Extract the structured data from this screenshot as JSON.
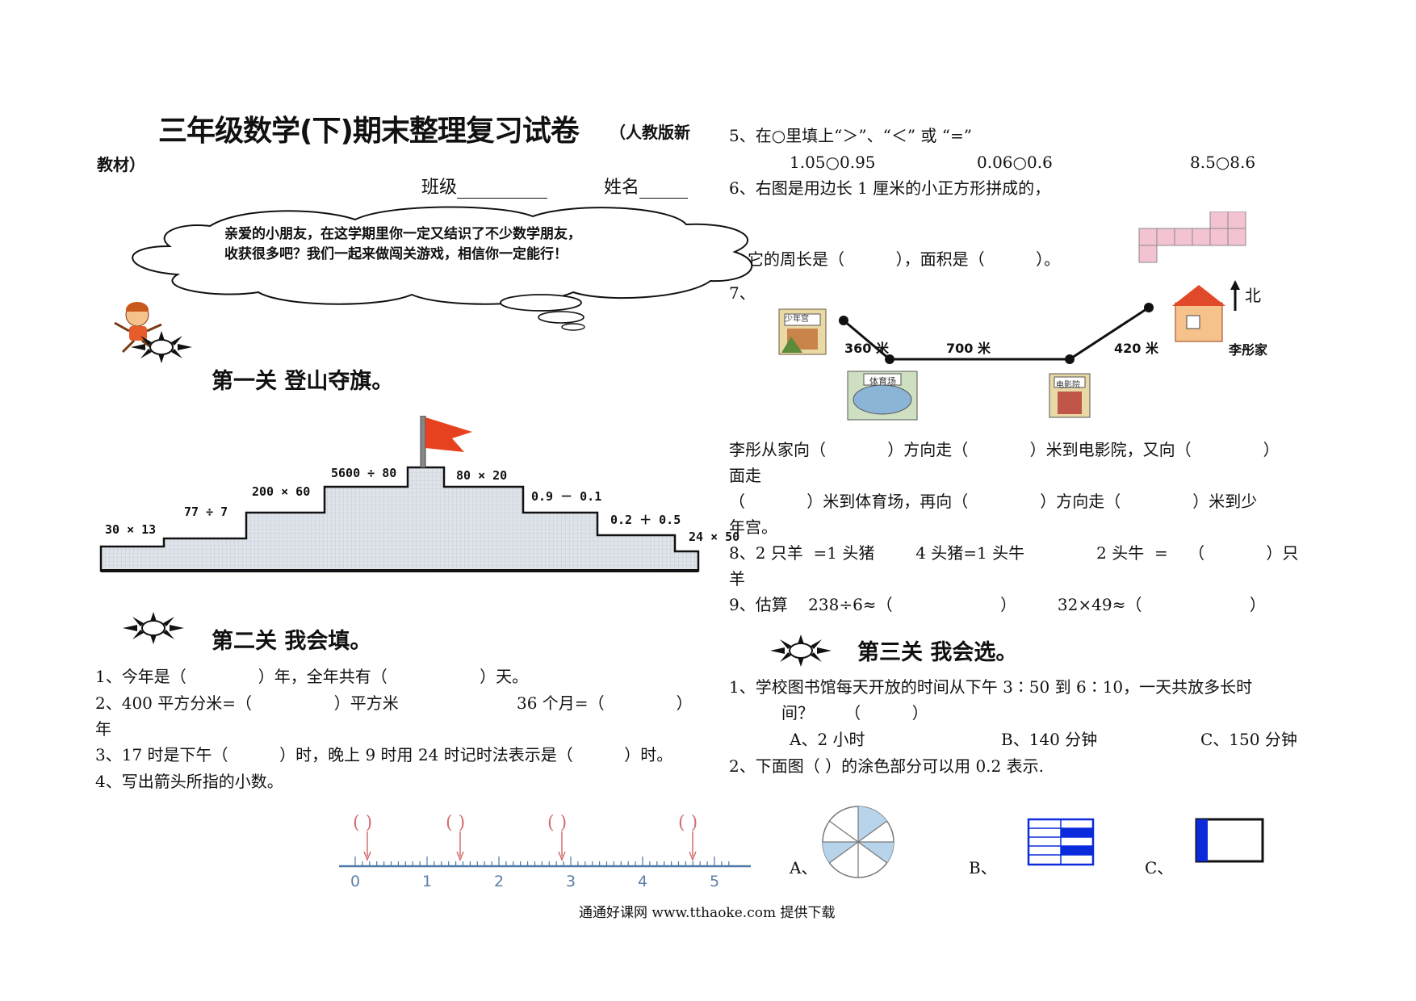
{
  "header": {
    "title": "三年级数学(下)期末整理复习试卷",
    "title_suffix": "（人教版新",
    "title_suffix2": "教材）",
    "class_label": "班级",
    "name_label": "姓名"
  },
  "cloud": {
    "line1": "亲爱的小朋友，在这学期里你一定又结识了不少数学朋友，",
    "line2": "收获很多吧？我们一起来做闯关游戏，相信你一定能行！"
  },
  "section1": {
    "title": "第一关  登山夺旗。",
    "steps": [
      "30 × 13",
      "77 ÷ 7",
      "200 × 60",
      "5600 ÷ 80",
      "80 × 20",
      "0.9 － 0.1",
      "0.2 ＋ 0.5",
      "24 × 50"
    ]
  },
  "section2": {
    "title": "第二关    我会填。",
    "q1": "1、今年是（              ）年，全年共有（                  ）天。",
    "q2a": "2、400 平方分米=（                ）平方米",
    "q2b": "36 个月=（              ）",
    "q2c": "年",
    "q3": "3、17 时是下午（          ）时，晚上 9 时用 24 时记时法表示是（          ）时。",
    "q4": "4、写出箭头所指的小数。",
    "numberline": {
      "labels": [
        "0",
        "1",
        "2",
        "3",
        "4",
        "5"
      ],
      "bracket": "(   )"
    }
  },
  "right": {
    "q5": "5、在○里填上“＞”、“＜”  或 “=”",
    "q5a": "1.05○0.95",
    "q5b": "0.06○0.6",
    "q5c": "8.5○8.6",
    "q6": "6、右图是用边长 1 厘米的小正方形拼成的，",
    "q6b": "它的周长是（          ），面积是（          ）。",
    "q7": "7、",
    "map": {
      "north": "北",
      "d1": "360 米",
      "d2": "700 米",
      "d3": "420 米",
      "home": "李彤家",
      "palace": "少年宫",
      "stadium": "体育场",
      "cinema": "电影院"
    },
    "q7a": "李彤从家向（            ）方向走（            ）米到电影院，又向（              ）",
    "q7b": "面走",
    "q7c": "（            ）米到体育场，再向（              ）方向走（              ）米到少",
    "q7d": "年宫。",
    "q8": "8、2 只羊  =1 头猪        4 头猪=1 头牛              2 头牛  =    （            ）只",
    "q8b": "羊",
    "q9": "9、估算    238÷6≈（                     ）        32×49≈（                     ）"
  },
  "section3": {
    "title": "第三关    我会选。",
    "q1": "1、学校图书馆每天开放的时间从下午 3∶50 到 6∶10，一天共放多长时",
    "q1b": "间？      （          ）",
    "opt_a": "A、2 小时",
    "opt_b": "B、140 分钟",
    "opt_c": "C、150 分钟",
    "q2": "2、下面图（      ）的涂色部分可以用 0.2 表示.",
    "fig_a": "A、",
    "fig_b": "B、",
    "fig_c": "C、"
  },
  "footer": {
    "text": "通通好课网  www.tthaoke.com  提供下载"
  },
  "colors": {
    "pink": "#f4c3d1",
    "pie_blue": "#b8d4ea",
    "bar_blue": "#0a2bdc",
    "flag_red": "#e8411f",
    "mountain": "#d8dde6"
  }
}
